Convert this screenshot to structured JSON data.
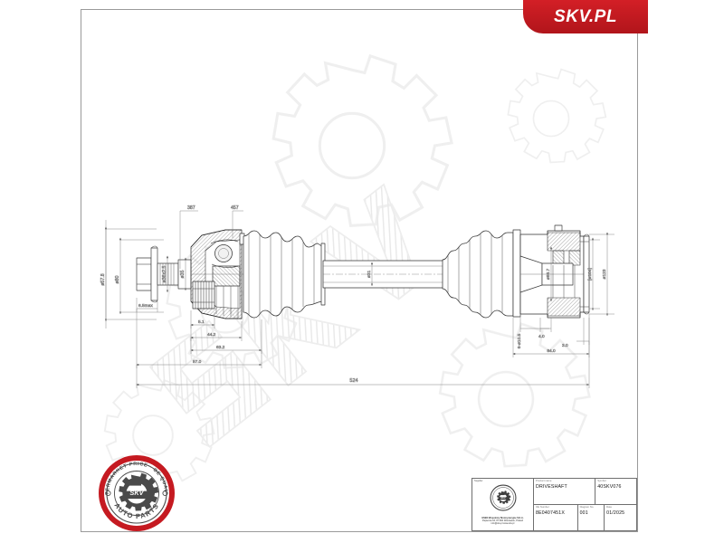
{
  "document": {
    "kind": "technical-drawing",
    "subject": "Drive shaft assembly cross-section"
  },
  "brand": {
    "banner_text": "SKV.PL",
    "banner_color": "#c51a21",
    "badge": {
      "top_arc_text": "AFTERMARKET PRICE",
      "top_arc_text2": "OE QUALITY",
      "bottom_arc_text": "AUTO PARTS",
      "center_text": "SKV",
      "ring_color": "#c51a21",
      "gear_color": "#4a4a4a"
    },
    "watermark_text": "SKV"
  },
  "dimensions": {
    "leader_labels": [
      "387",
      "457"
    ],
    "left_diameters": [
      "ø57.8",
      "ø80",
      "ø36x2.5",
      "ø35"
    ],
    "left_chain": [
      "6.5max",
      "5.1",
      "44.2",
      "63.2",
      "57.0"
    ],
    "shaft_diameter": "ø31",
    "overall_length": "524",
    "right_diameters": [
      "ø88.7",
      "[ø104]",
      "ø123"
    ],
    "right_chain": [
      "6-ø10.5",
      "4.0",
      "3.0",
      "84.0"
    ]
  },
  "title_block": {
    "supplier_label": "Supplier",
    "company_name": "ESEN Wspolnicy Motoryzacyjne S.K.A.",
    "company_address": "Papiernia 63, 87-800 Wloclawek, Poland",
    "company_site": "info@skv.pl  www.skv.pl",
    "company_logo_text": "SKV",
    "product_name_label": "Product name",
    "product_name": "DRIVESHAFT",
    "symbol_label": "Symbol",
    "symbol": "40SKV076",
    "oe_number_label": "OE Number",
    "oe_number": "8E0407451X",
    "diagram_no_label": "Diagram No.",
    "diagram_no": "001",
    "date_label": "Date",
    "date": "01/2025"
  }
}
